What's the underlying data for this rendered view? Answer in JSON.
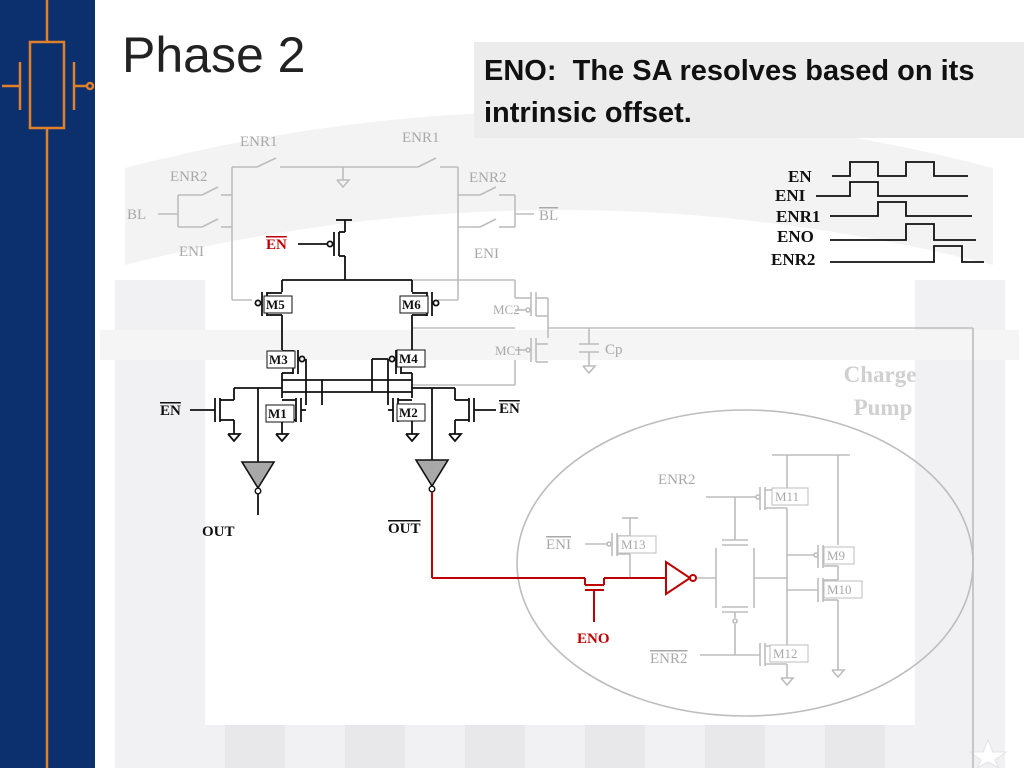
{
  "slide": {
    "title": "Phase 2",
    "callout": "ENO:  The SA resolves based on its intrinsic offset."
  },
  "colors": {
    "sidebar": "#0c2f6e",
    "sidebar_accent": "#e0812a",
    "wire_active": "#111111",
    "wire_inactive": "#bdbdbd",
    "highlight": "#c00000",
    "callout_bg": "#ececec"
  },
  "icons": {
    "sidebar_logo": "circuit-symbol-icon",
    "corner": "star-icon"
  },
  "circuit": {
    "switch_labels": {
      "enr1_left": "ENR1",
      "enr1_right": "ENR1",
      "enr2_left": "ENR2",
      "enr2_right": "ENR2",
      "bl": "BL",
      "bl_bar": "BL",
      "eni_left": "ENI",
      "eni_right": "ENI"
    },
    "signals": {
      "en_bar_top": "EN",
      "en_bar_left": "EN",
      "en_bar_right": "EN",
      "out": "OUT",
      "out_bar": "OUT",
      "eno": "ENO"
    },
    "transistors": {
      "m1": "M1",
      "m2": "M2",
      "m3": "M3",
      "m4": "M4",
      "m5": "M5",
      "m6": "M6",
      "mc1": "MC1",
      "mc2": "MC2",
      "cp": "Cp"
    },
    "charge_pump": {
      "title_line1": "Charge",
      "title_line2": "Pump",
      "enr2_top": "ENR2",
      "eni_bar": "ENI",
      "enr2_bar": "ENR2",
      "m9": "M9",
      "m10": "M10",
      "m11": "M11",
      "m12": "M12",
      "m13": "M13"
    }
  },
  "timing": {
    "signals": [
      "EN",
      "ENI",
      "ENR1",
      "ENO",
      "ENR2"
    ]
  }
}
